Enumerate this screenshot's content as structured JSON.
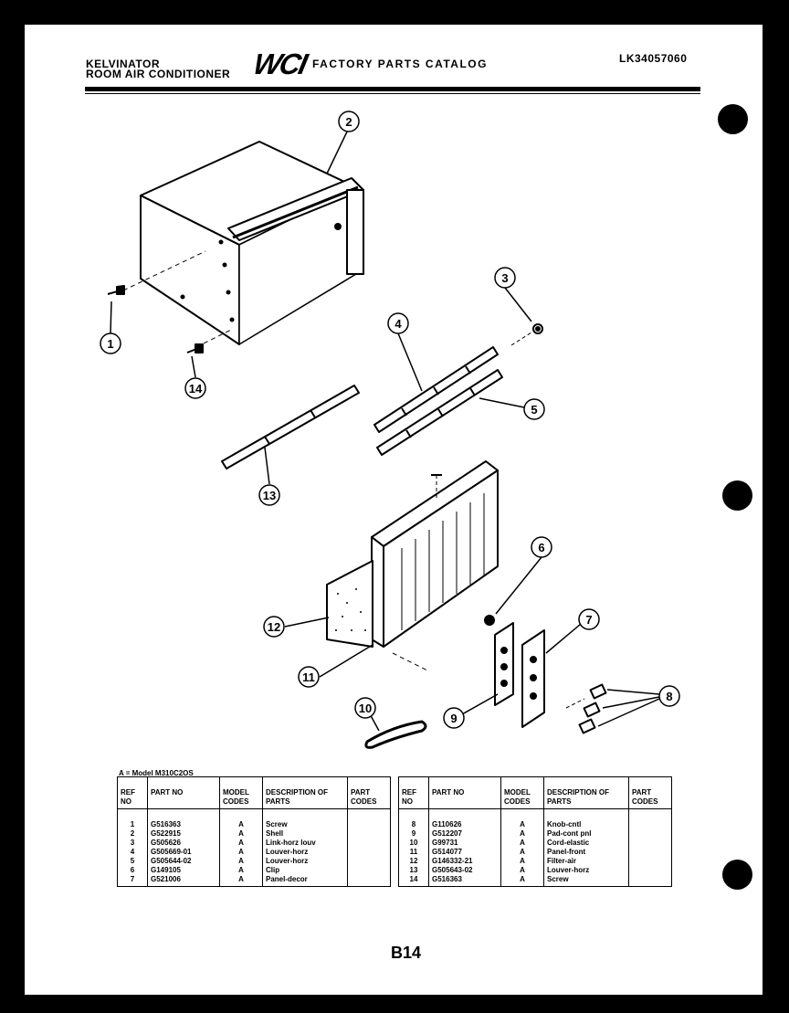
{
  "header": {
    "brand_line1": "KELVINATOR",
    "brand_line2": "ROOM AIR CONDITIONER",
    "logo": "WCI",
    "catalog_title": "FACTORY PARTS CATALOG",
    "catalog_code": "LK34057060"
  },
  "callouts": [
    "1",
    "2",
    "3",
    "4",
    "5",
    "6",
    "7",
    "8",
    "9",
    "10",
    "11",
    "12",
    "13",
    "14"
  ],
  "model_note": "A = Model M310C2OS",
  "table": {
    "headers": {
      "ref_no": "REF NO",
      "part_no": "PART NO",
      "model_codes": "MODEL CODES",
      "description": "DESCRIPTION OF PARTS",
      "part_codes_left": "PART CODES",
      "part_codes_right": "PART CODES"
    },
    "left_rows": [
      {
        "ref": "1",
        "part": "G516363",
        "model": "A",
        "desc": "Screw"
      },
      {
        "ref": "2",
        "part": "G522915",
        "model": "A",
        "desc": "Shell"
      },
      {
        "ref": "3",
        "part": "G505626",
        "model": "A",
        "desc": "Link-horz louv"
      },
      {
        "ref": "4",
        "part": "G505669-01",
        "model": "A",
        "desc": "Louver-horz"
      },
      {
        "ref": "5",
        "part": "G505644-02",
        "model": "A",
        "desc": "Louver-horz"
      },
      {
        "ref": "6",
        "part": "G149105",
        "model": "A",
        "desc": "Clip"
      },
      {
        "ref": "7",
        "part": "G521006",
        "model": "A",
        "desc": "Panel-decor"
      }
    ],
    "right_rows": [
      {
        "ref": "8",
        "part": "G110626",
        "model": "A",
        "desc": "Knob-cntl"
      },
      {
        "ref": "9",
        "part": "G512207",
        "model": "A",
        "desc": "Pad-cont pnl"
      },
      {
        "ref": "10",
        "part": "G99731",
        "model": "A",
        "desc": "Cord-elastic"
      },
      {
        "ref": "11",
        "part": "G514077",
        "model": "A",
        "desc": "Panel-front"
      },
      {
        "ref": "12",
        "part": "G146332-21",
        "model": "A",
        "desc": "Filter-air"
      },
      {
        "ref": "13",
        "part": "G505643-02",
        "model": "A",
        "desc": "Louver-horz"
      },
      {
        "ref": "14",
        "part": "G516363",
        "model": "A",
        "desc": "Screw"
      }
    ]
  },
  "page_number": "B14"
}
